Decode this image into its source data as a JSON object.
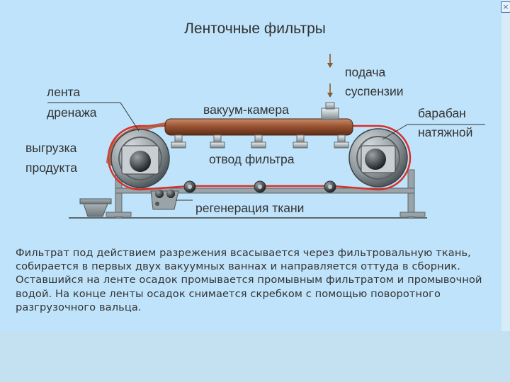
{
  "slide": {
    "title": "Ленточные фильтры",
    "labels": {
      "belt_line1": "лента",
      "belt_line2": "дренажа",
      "vacuum_chamber": "вакуум-камера",
      "feed_line1": "подача",
      "feed_line2": "суспензии",
      "drum_line1": "барабан",
      "drum_line2": "натяжной",
      "discharge_line1": "выгрузка",
      "discharge_line2": "продукта",
      "filtrate_outlet": "отвод фильтра",
      "cloth_regeneration": "регенерация ткани"
    },
    "description": "Фильтрат под действием разрежения всасывается через фильтровальную ткань, собирается в первых двух вакуумных ваннах и направляется оттуда в сборник. Оставшийся на ленте осадок промывается промывным фильтратом и промывочной водой. На конце ленты осадок снимается скребком с помощью поворотного разгрузочного вальца."
  },
  "icons": {
    "close": "close-icon"
  },
  "colors": {
    "background": "#bfe3fa",
    "belt": "#d9302a",
    "cake": "#b5523a",
    "vacuum_chamber": "#8e4a2a",
    "frame": "#6f7a7e",
    "drum": "#4a4f53"
  }
}
